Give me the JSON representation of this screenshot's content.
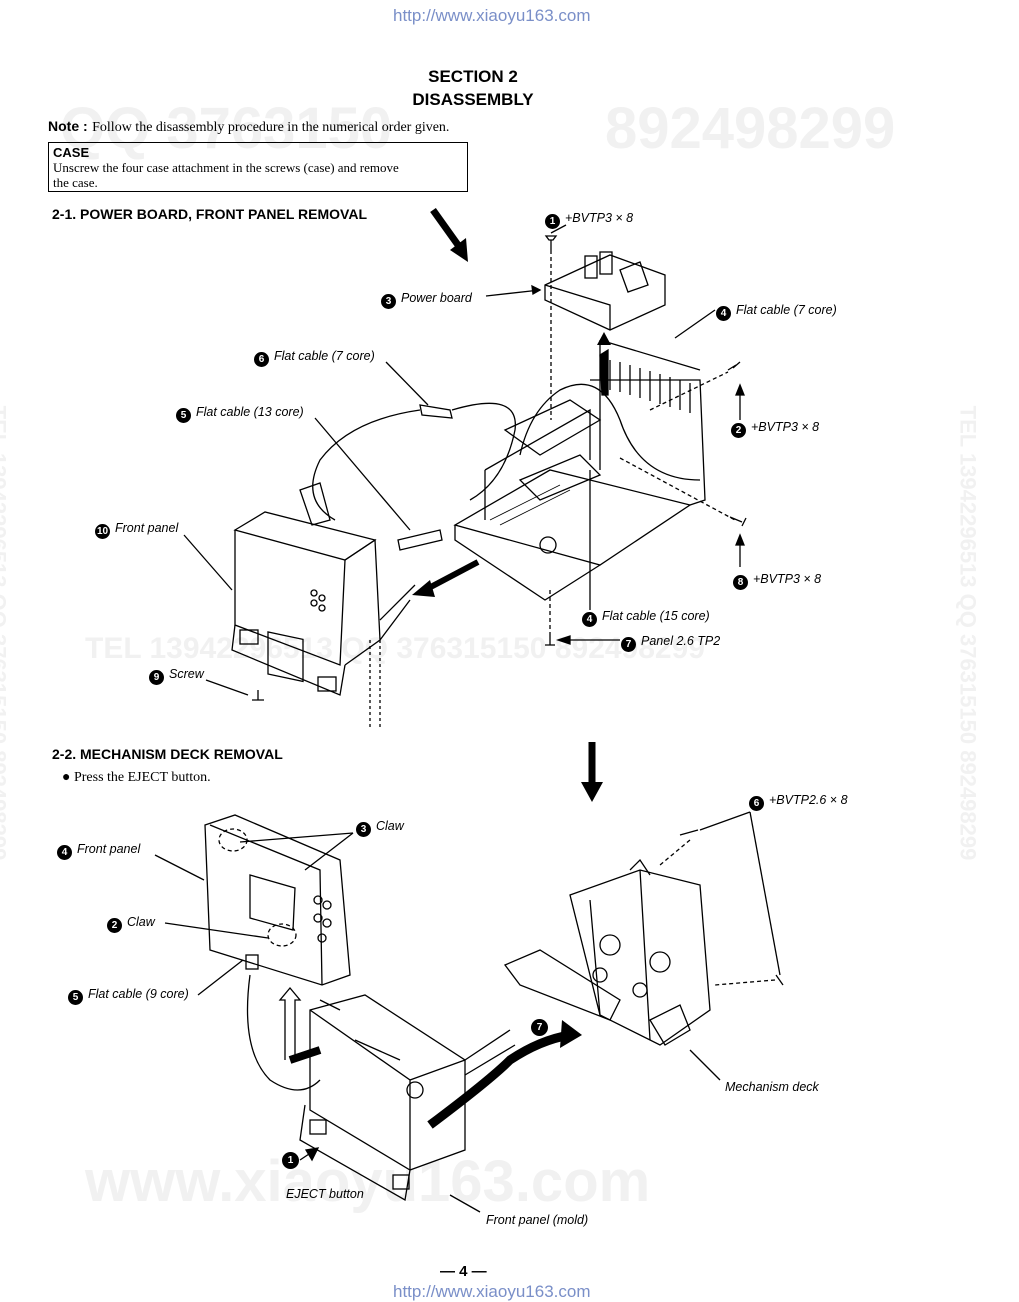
{
  "header": {
    "url": "http://www.xiaoyu163.com"
  },
  "footer": {
    "url": "http://www.xiaoyu163.com",
    "page_number": "— 4 —"
  },
  "watermarks": {
    "top_right": "892498299",
    "top_left": "QQ 3763150",
    "middle": "TEL 13942296513    QQ 376315150  892498299",
    "side": "TEL 13942296513  QQ 376315150  892498299",
    "bottom": "www.xiaoyu163.com"
  },
  "section": {
    "number": "SECTION  2",
    "title": "DISASSEMBLY"
  },
  "note": {
    "label": "Note :",
    "text": "Follow the disassembly procedure in the numerical order given."
  },
  "case": {
    "title": "CASE",
    "line1": "Unscrew the four case attachment in the screws (case) and remove",
    "line2": "the case."
  },
  "section_2_1": {
    "heading": "2-1. POWER BOARD, FRONT PANEL REMOVAL",
    "labels": [
      {
        "num": "1",
        "text": "+BVTP3 × 8"
      },
      {
        "num": "3",
        "text": "Power board"
      },
      {
        "num": "4",
        "text": "Flat cable (7 core)"
      },
      {
        "num": "6",
        "text": "Flat cable (7 core)"
      },
      {
        "num": "5",
        "text": "Flat cable (13 core)"
      },
      {
        "num": "2",
        "text": "+BVTP3 × 8"
      },
      {
        "num": "10",
        "text": "Front panel"
      },
      {
        "num": "8",
        "text": "+BVTP3 × 8"
      },
      {
        "num": "4",
        "text": "Flat cable (15 core)"
      },
      {
        "num": "7",
        "text": "Panel 2.6 TP2"
      },
      {
        "num": "9",
        "text": "Screw"
      }
    ]
  },
  "section_2_2": {
    "heading": "2-2. MECHANISM DECK REMOVAL",
    "bullet": "Press the EJECT button.",
    "labels": [
      {
        "num": "6",
        "text": "+BVTP2.6 × 8"
      },
      {
        "num": "3",
        "text": "Claw"
      },
      {
        "num": "4",
        "text": "Front panel"
      },
      {
        "num": "2",
        "text": "Claw"
      },
      {
        "num": "5",
        "text": "Flat cable (9 core)"
      },
      {
        "num": "7",
        "text": ""
      },
      {
        "num": "1",
        "text": ""
      }
    ],
    "plain_labels": {
      "mechanism_deck": "Mechanism deck",
      "eject_button": "EJECT button",
      "front_panel_mold": "Front panel (mold)"
    }
  }
}
